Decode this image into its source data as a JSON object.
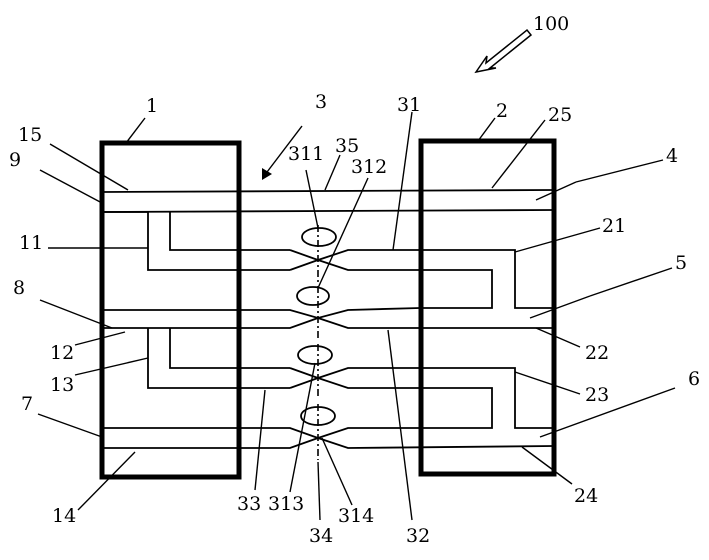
{
  "figure": {
    "ref_numerals": {
      "assembly": "100",
      "block_left": "1",
      "block_right": "2",
      "coupler_region": "3",
      "port_4": "4",
      "port_5": "5",
      "port_6": "6",
      "port_7": "7",
      "port_8": "8",
      "port_9": "9",
      "wg_11": "11",
      "wg_12": "12",
      "wg_13": "13",
      "wg_14": "14",
      "wg_15": "15",
      "wg_21": "21",
      "wg_22": "22",
      "wg_23": "23",
      "wg_24": "24",
      "wg_25": "25",
      "coupler_31": "31",
      "coupler_32": "32",
      "coupler_33": "33",
      "coupler_34": "34",
      "edge_35": "35",
      "ring_311": "311",
      "ring_312": "312",
      "ring_313": "313",
      "ring_314": "314"
    }
  }
}
